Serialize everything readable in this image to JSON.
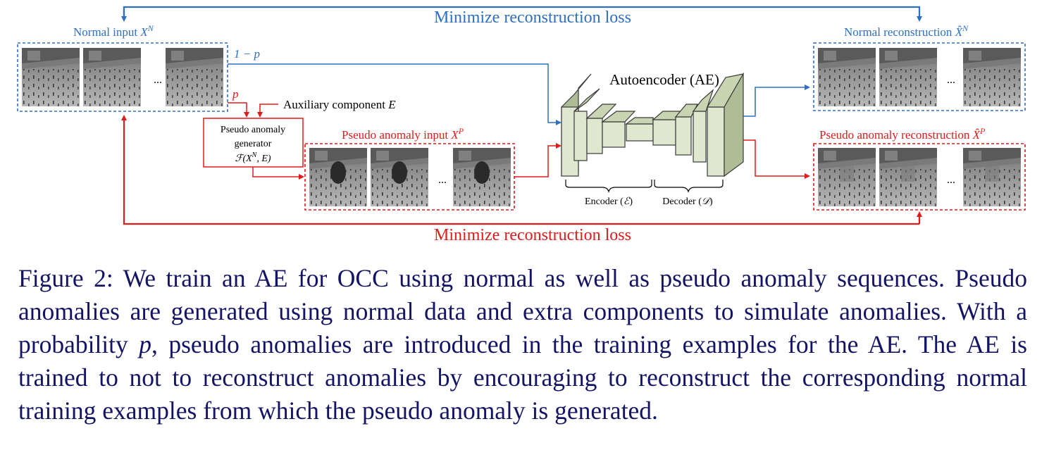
{
  "figure": {
    "top_loss_label": "Minimize reconstruction loss",
    "bottom_loss_label": "Minimize reconstruction loss",
    "normal_input": {
      "label": "Normal input",
      "symbol": "X",
      "superscript": "N"
    },
    "normal_reconstruction": {
      "label": "Normal reconstruction",
      "symbol": "X̂",
      "superscript": "N"
    },
    "pseudo_input": {
      "label": "Pseudo anomaly input",
      "symbol": "X",
      "superscript": "P"
    },
    "pseudo_reconstruction": {
      "label": "Pseudo anomaly reconstruction",
      "symbol": "X̂",
      "superscript": "P"
    },
    "one_minus_p": "1 − p",
    "p": "p",
    "auxiliary": {
      "label": "Auxiliary component",
      "symbol": "E"
    },
    "generator": {
      "line1": "Pseudo anomaly",
      "line2": "generator",
      "line3": "ℱ(X",
      "sup": "N",
      "line3_end": ", E)"
    },
    "autoencoder_label": "Autoencoder (AE)",
    "encoder": {
      "label": "Encoder (",
      "symbol": "ℰ",
      "end": ")"
    },
    "decoder": {
      "label": "Decoder (",
      "symbol": "𝒟",
      "end": ")"
    },
    "ellipsis": "...",
    "colors": {
      "blue": "#2f6fc0",
      "red": "#e01b1b",
      "caption": "#141466",
      "layer_fill": "#dfe8cf",
      "layer_stroke": "#3a3a3a"
    }
  },
  "caption": {
    "part1": "Figure 2: We train an AE for OCC using normal as well as pseudo anomaly sequences. Pseudo anomalies are generated using normal data and extra components to simulate anomalies. With a probability ",
    "p": "p",
    "part2": ", pseudo anomalies are introduced in the training examples for the AE. The AE is trained to not to reconstruct anomalies by encouraging to reconstruct the corresponding normal training examples from which the pseudo anomaly is generated."
  }
}
